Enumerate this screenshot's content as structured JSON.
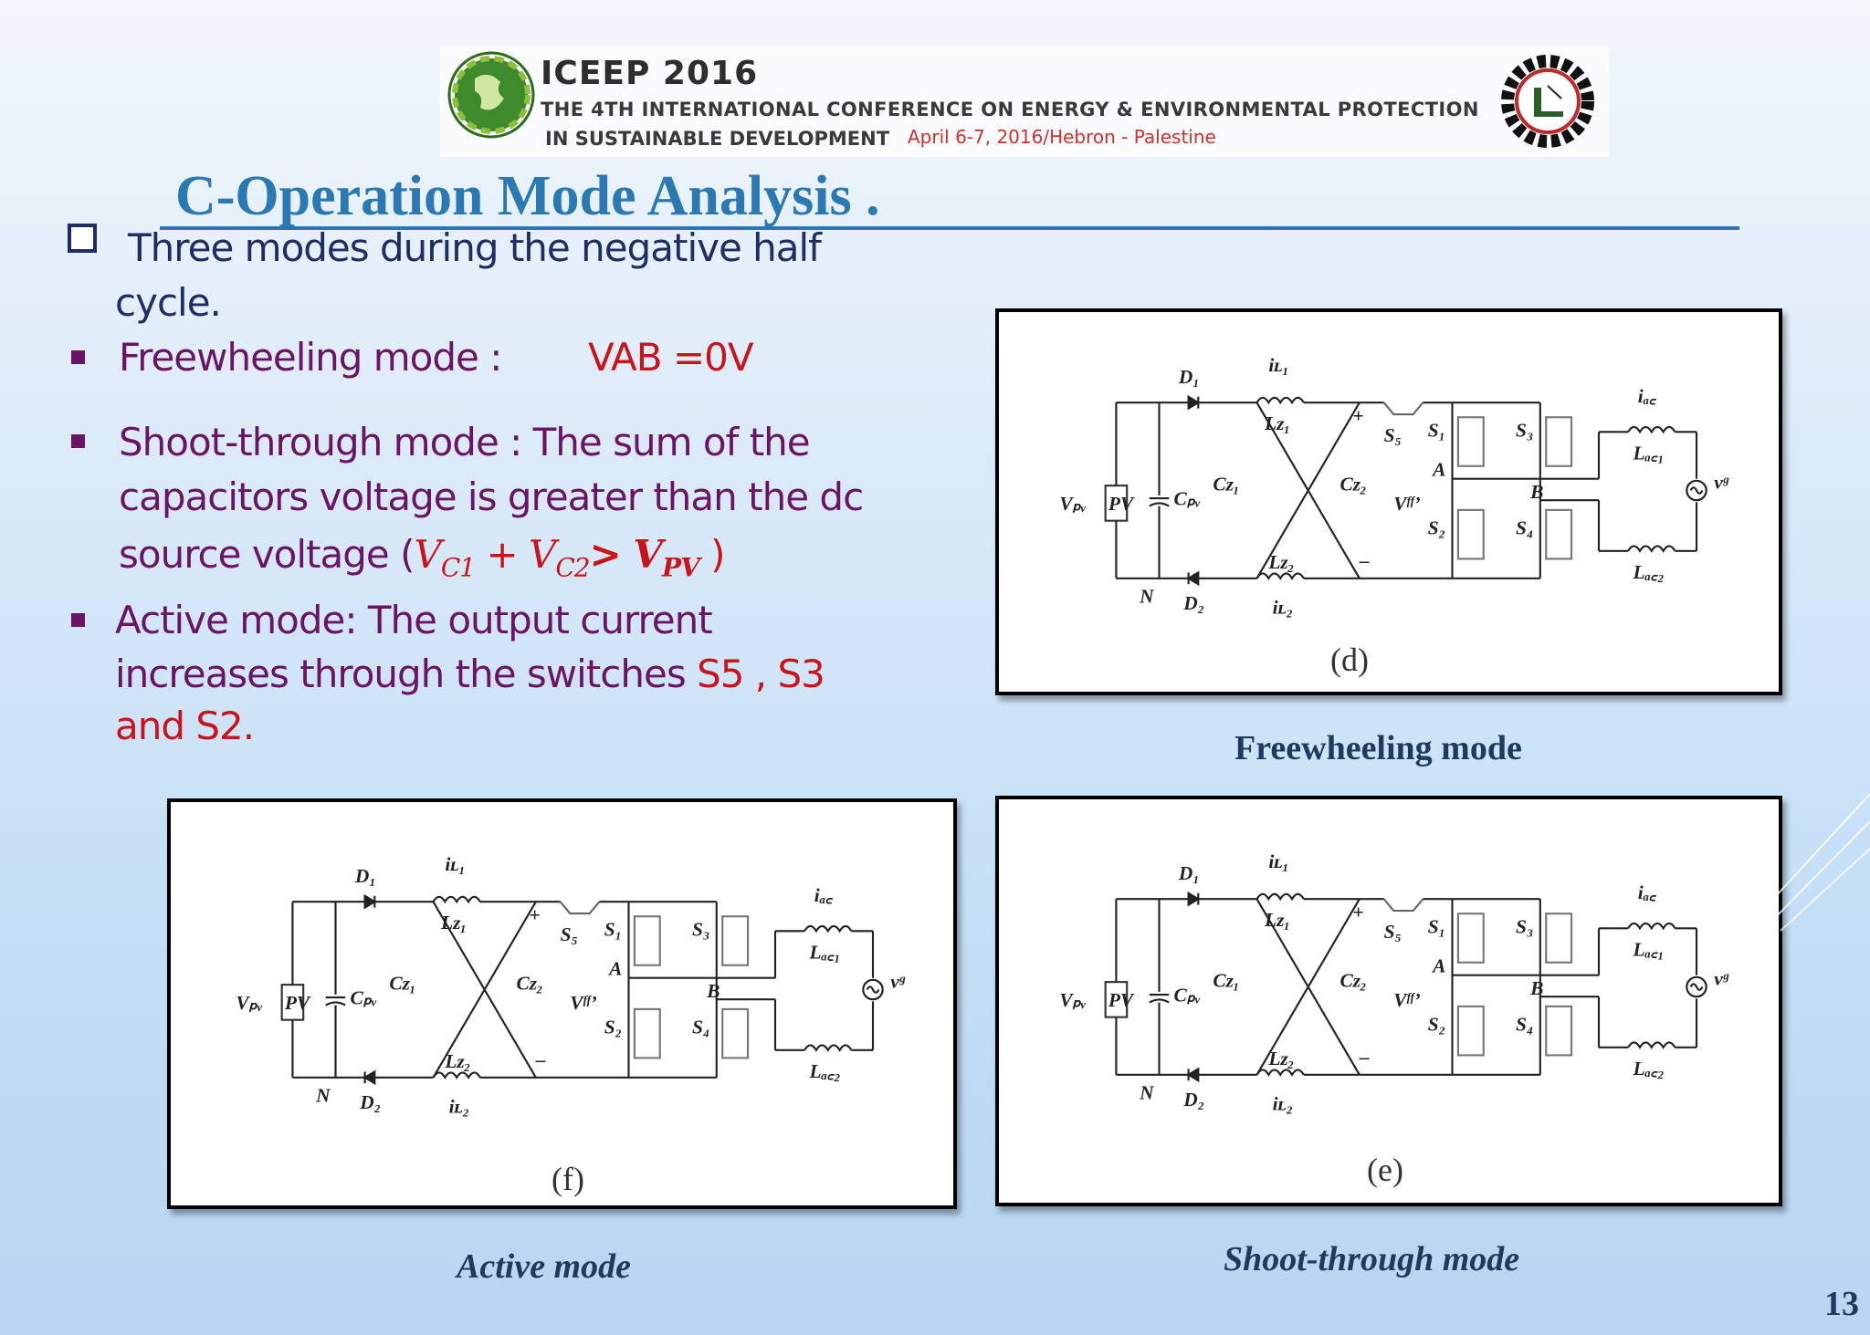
{
  "banner": {
    "title": "ICEEP 2016",
    "line1": "THE 4TH INTERNATIONAL CONFERENCE ON ENERGY & ENVIRONMENTAL PROTECTION",
    "line2": "IN SUSTAINABLE DEVELOPMENT",
    "date": "April  6-7, 2016/Hebron - Palestine"
  },
  "slide": {
    "title": "C-Operation Mode Analysis .",
    "page_number": "13"
  },
  "intro": {
    "line1": "Three  modes  during  the  negative  half",
    "line2": "cycle."
  },
  "bullets": {
    "freewheeling": {
      "label": "Freewheeling mode :",
      "value": "VAB =0V"
    },
    "shoot": {
      "line1": "Shoot-through  mode  :  The  sum  of    the",
      "line2": "capacitors  voltage  is  greater than  the dc",
      "line3_text": "source voltage (",
      "vc1": "V",
      "vc1_sub": "C1",
      "plus": " + ",
      "vc2": "V",
      "vc2_sub": "C2",
      "gt": "> ",
      "vpv": "V",
      "vpv_sub": "PV",
      "close": " )"
    },
    "active": {
      "line1": "Active    mode:  The    output    current",
      "line2_text": "increases through   the   switches  ",
      "line2_red": "S5  ,  S3",
      "line3_red": "and  S2."
    }
  },
  "figures": {
    "d": {
      "tag": "(d)",
      "caption": "Freewheeling mode"
    },
    "f": {
      "tag": "(f)",
      "caption": "Active  mode"
    },
    "e": {
      "tag": "(e)",
      "caption": "Shoot-through  mode"
    }
  },
  "circuit_labels": {
    "d1": "D₁",
    "d2": "D₂",
    "il1": "iʟ₁",
    "lz1": "Lᴢ₁",
    "lz2": "Lᴢ₂",
    "il2": "iʟ₂",
    "cz1": "Cᴢ₁",
    "cz2": "Cᴢ₂",
    "vpv": "Vₚᵥ",
    "pv": "PV",
    "cpv": "Cₚᵥ",
    "vff": "Vᶠᶠ’",
    "plus": "+",
    "minus": "–",
    "n": "N",
    "s1": "S₁",
    "s2": "S₂",
    "s3": "S₃",
    "s4": "S₄",
    "s5": "S₅",
    "a": "A",
    "b": "B",
    "iac": "iₐ꜀",
    "lac1": "Lₐ꜀₁",
    "lac2": "Lₐ꜀₂",
    "vg": "vᵍ"
  },
  "colors": {
    "title": "#2a79b3",
    "purple": "#6b1466",
    "red": "#c8141a",
    "navy": "#1e2d66"
  }
}
